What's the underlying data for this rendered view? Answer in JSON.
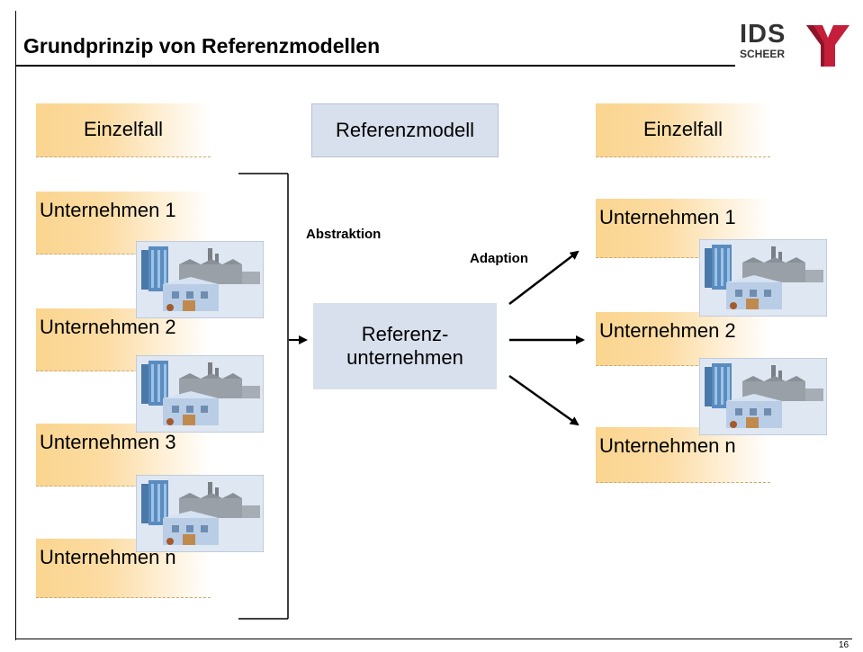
{
  "header": {
    "title": "Grundprinzip von Referenzmodellen",
    "logo_primary": "IDS",
    "logo_secondary": "SCHEER"
  },
  "columns": {
    "left_header": "Einzelfall",
    "middle_header": "Referenzmodell",
    "right_header": "Einzelfall"
  },
  "left_companies": [
    "Unternehmen 1",
    "Unternehmen 2",
    "Unternehmen 3",
    "Unternehmen n"
  ],
  "right_companies": [
    "Unternehmen 1",
    "Unternehmen 2",
    "Unternehmen n"
  ],
  "reference": {
    "line1": "Referenz-",
    "line2": "unternehmen"
  },
  "labels": {
    "abstraction": "Abstraktion",
    "adaption": "Adaption"
  },
  "footer": {
    "page_number": "16"
  },
  "colors": {
    "orange": "#fad58f",
    "blue": "#d8e0ee"
  },
  "icons": [
    "factory-icon"
  ]
}
